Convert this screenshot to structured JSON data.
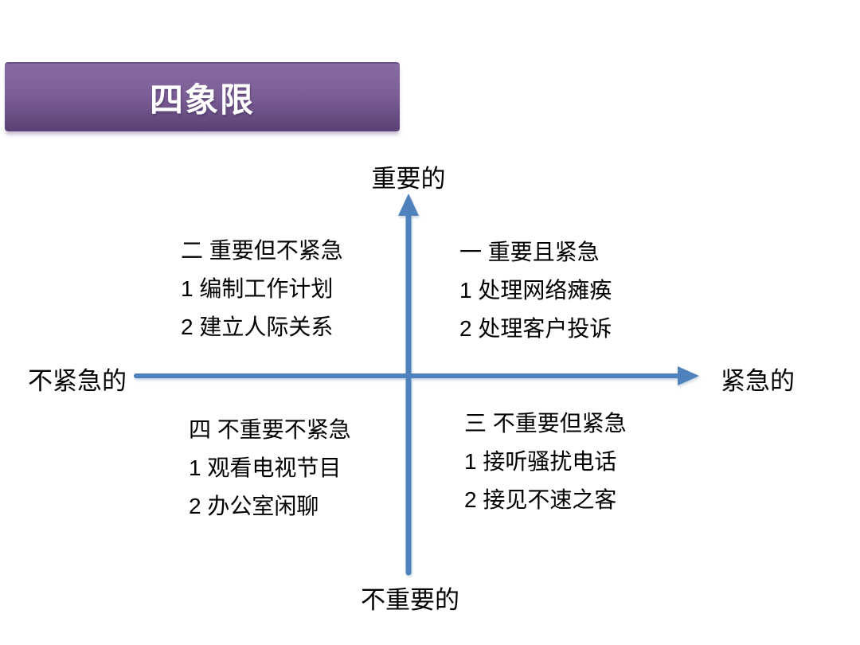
{
  "banner": {
    "title": "四象限"
  },
  "axis_labels": {
    "top": "重要的",
    "bottom": "不重要的",
    "left": "不紧急的",
    "right": "紧急的"
  },
  "quadrants": {
    "q1": {
      "title": "一 重要且紧急",
      "items": [
        "1 处理网络瘫痪",
        "2 处理客户投诉"
      ]
    },
    "q2": {
      "title": "二 重要但不紧急",
      "items": [
        "1 编制工作计划",
        "2 建立人际关系"
      ]
    },
    "q3": {
      "title": "三 不重要但紧急",
      "items": [
        "1 接听骚扰电话",
        "2 接见不速之客"
      ]
    },
    "q4": {
      "title": "四 不重要不紧急",
      "items": [
        "1 观看电视节目",
        "2 办公室闲聊"
      ]
    }
  },
  "colors": {
    "axis": "#4f81bd",
    "banner_top": "#876ba2",
    "banner_bottom": "#5a4175",
    "banner_edge": "#6a5086",
    "title_text": "#ffffff",
    "body_text": "#000000"
  }
}
